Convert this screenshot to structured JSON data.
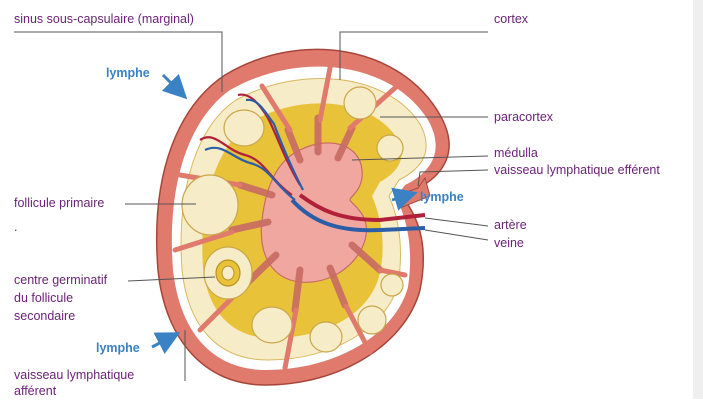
{
  "labels": {
    "sinus": "sinus sous-capsulaire (marginal)",
    "lymphe_top": "lymphe",
    "cortex": "cortex",
    "paracortex": "paracortex",
    "medulla": "médulla",
    "efferent": "vaisseau lymphatique efférent",
    "lymphe_right": "lymphe",
    "follicule_primaire": "follicule primaire",
    "dot": ".",
    "artere": "artère",
    "veine": "veine",
    "centre_line1": "centre germinatif",
    "centre_line2": "du follicule",
    "centre_line3": "secondaire",
    "lymphe_bottom": "lymphe",
    "afferent_line1": "vaisseau lymphatique",
    "afferent_line2": "afférent"
  },
  "colors": {
    "capsule": "#e07a6c",
    "sinus": "#ffffff",
    "cortex": "#f7ecc8",
    "paracortex": "#e8c33a",
    "medulla": "#f0a7a0",
    "artery": "#b0203a",
    "vein": "#2a5fa8",
    "label": "#6b2377",
    "lymph_arrow": "#3b82c4"
  }
}
